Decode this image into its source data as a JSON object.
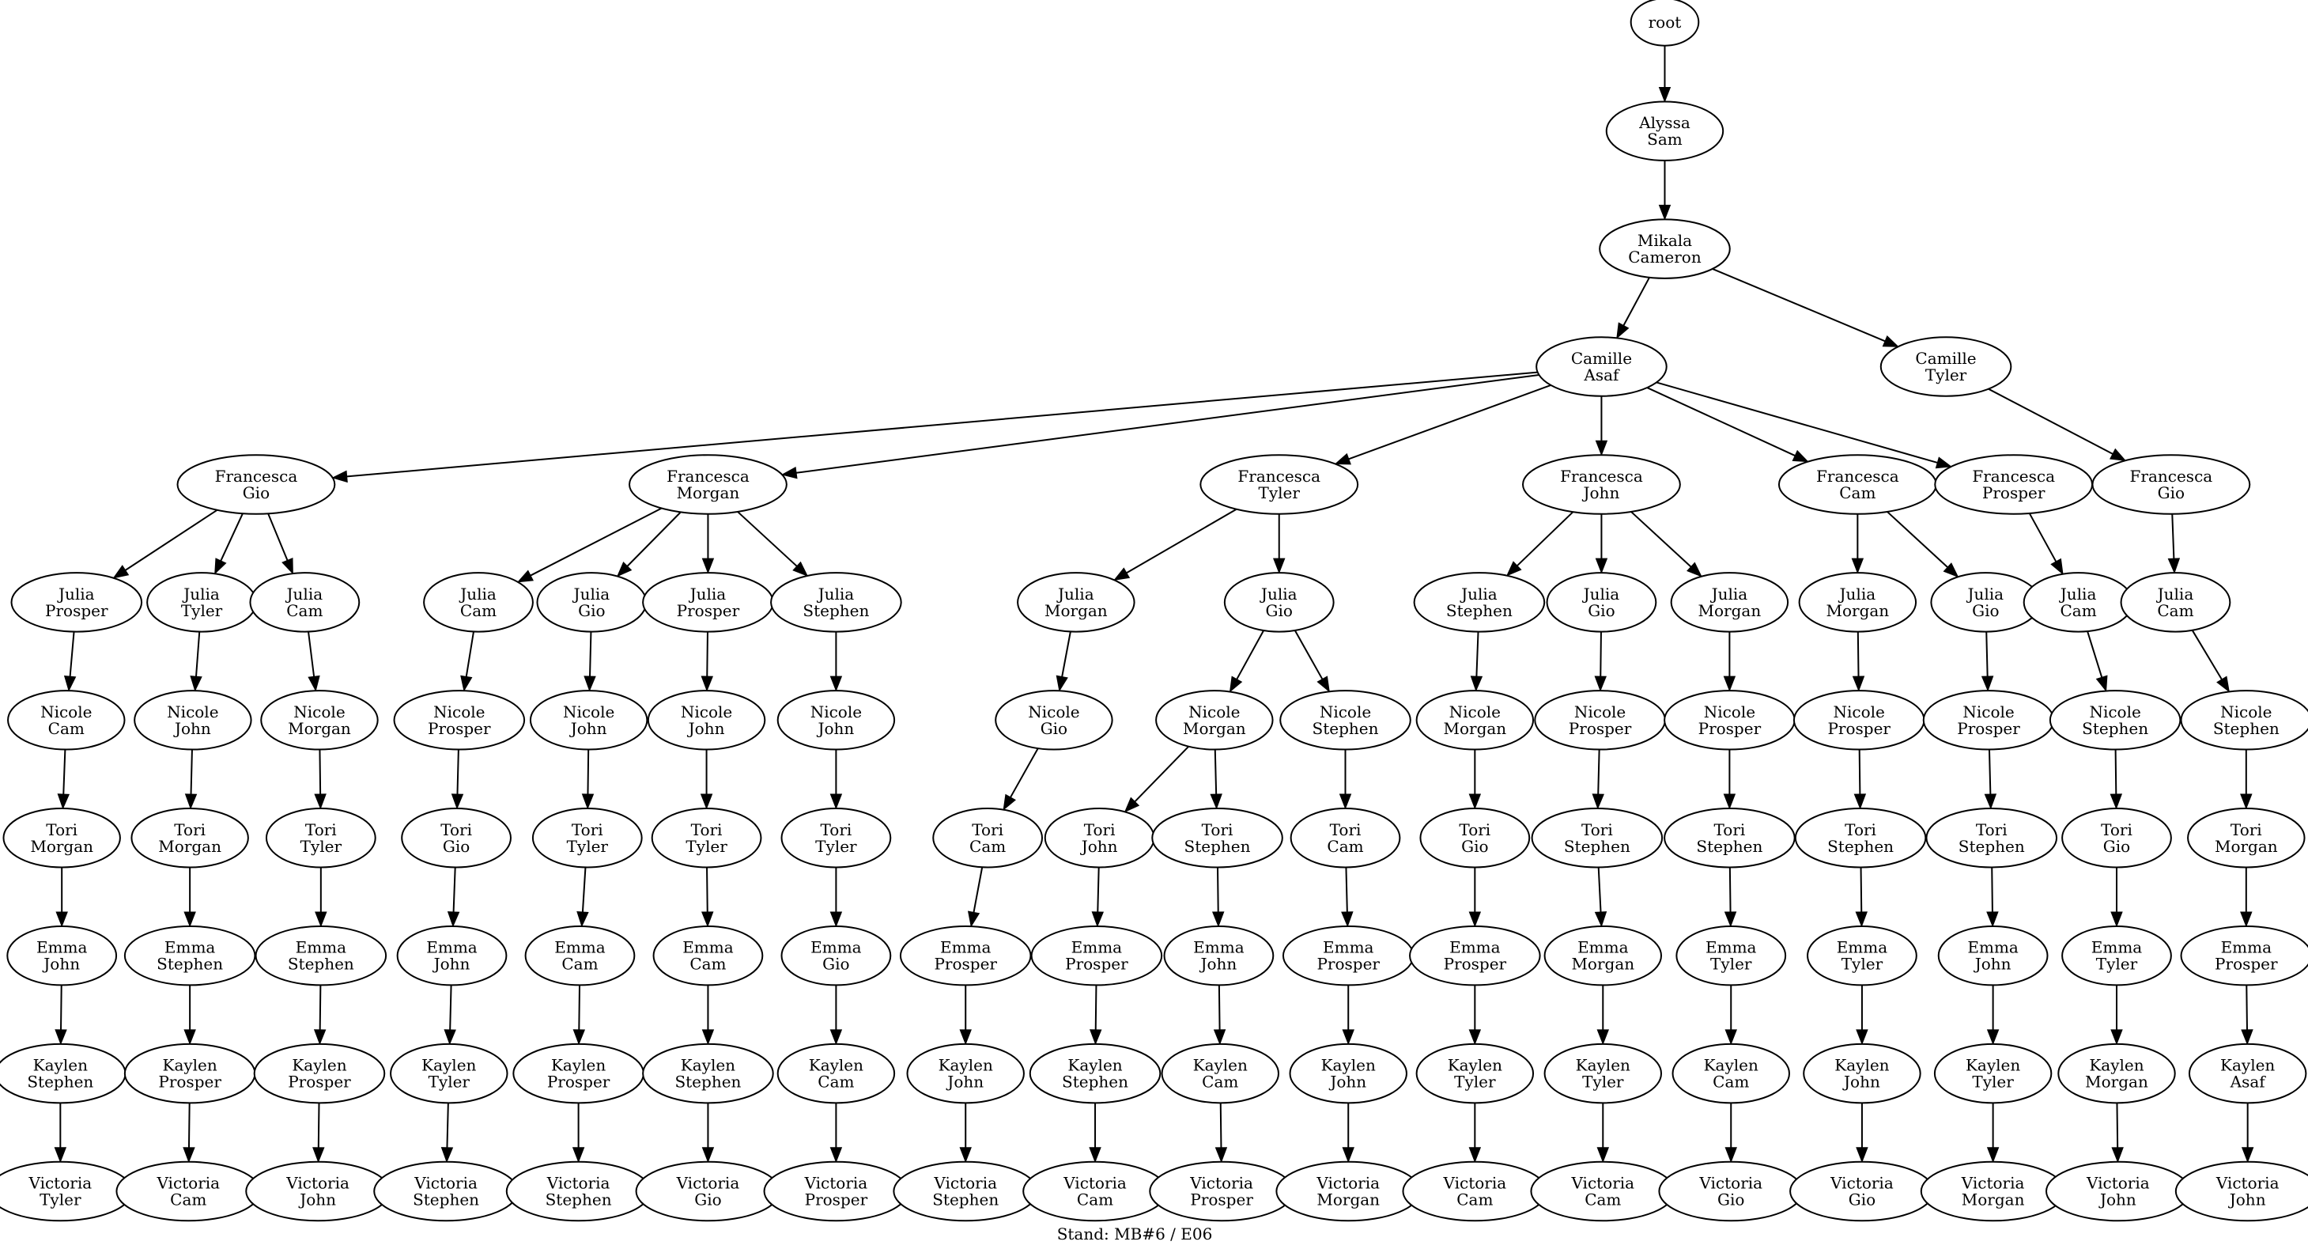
{
  "caption": "Stand: MB#6 / E06",
  "nodes": [
    {
      "id": "n0",
      "lines": [
        "root"
      ]
    },
    {
      "id": "n1",
      "lines": [
        "Alyssa",
        "Sam"
      ]
    },
    {
      "id": "n2",
      "lines": [
        "Mikala",
        "Cameron"
      ]
    },
    {
      "id": "n3",
      "lines": [
        "Camille",
        "Asaf"
      ]
    },
    {
      "id": "n4",
      "lines": [
        "Camille",
        "Tyler"
      ]
    },
    {
      "id": "n5",
      "lines": [
        "Francesca",
        "Gio"
      ]
    },
    {
      "id": "n6",
      "lines": [
        "Francesca",
        "Morgan"
      ]
    },
    {
      "id": "n7",
      "lines": [
        "Francesca",
        "Tyler"
      ]
    },
    {
      "id": "n8",
      "lines": [
        "Francesca",
        "John"
      ]
    },
    {
      "id": "n9",
      "lines": [
        "Francesca",
        "Cam"
      ]
    },
    {
      "id": "n10",
      "lines": [
        "Francesca",
        "Prosper"
      ]
    },
    {
      "id": "n11",
      "lines": [
        "Francesca",
        "Gio"
      ]
    },
    {
      "id": "n12",
      "lines": [
        "Julia",
        "Prosper"
      ]
    },
    {
      "id": "n13",
      "lines": [
        "Julia",
        "Tyler"
      ]
    },
    {
      "id": "n14",
      "lines": [
        "Julia",
        "Cam"
      ]
    },
    {
      "id": "n15",
      "lines": [
        "Julia",
        "Cam"
      ]
    },
    {
      "id": "n16",
      "lines": [
        "Julia",
        "Gio"
      ]
    },
    {
      "id": "n17",
      "lines": [
        "Julia",
        "Prosper"
      ]
    },
    {
      "id": "n18",
      "lines": [
        "Julia",
        "Stephen"
      ]
    },
    {
      "id": "n19",
      "lines": [
        "Julia",
        "Morgan"
      ]
    },
    {
      "id": "n20",
      "lines": [
        "Julia",
        "Gio"
      ]
    },
    {
      "id": "n21",
      "lines": [
        "Julia",
        "Stephen"
      ]
    },
    {
      "id": "n22",
      "lines": [
        "Julia",
        "Gio"
      ]
    },
    {
      "id": "n23",
      "lines": [
        "Julia",
        "Morgan"
      ]
    },
    {
      "id": "n24",
      "lines": [
        "Julia",
        "Morgan"
      ]
    },
    {
      "id": "n25",
      "lines": [
        "Julia",
        "Gio"
      ]
    },
    {
      "id": "n26",
      "lines": [
        "Julia",
        "Cam"
      ]
    },
    {
      "id": "n27",
      "lines": [
        "Julia",
        "Cam"
      ]
    },
    {
      "id": "n28",
      "lines": [
        "Nicole",
        "Cam"
      ]
    },
    {
      "id": "n29",
      "lines": [
        "Nicole",
        "John"
      ]
    },
    {
      "id": "n30",
      "lines": [
        "Nicole",
        "Morgan"
      ]
    },
    {
      "id": "n31",
      "lines": [
        "Nicole",
        "Prosper"
      ]
    },
    {
      "id": "n32",
      "lines": [
        "Nicole",
        "John"
      ]
    },
    {
      "id": "n33",
      "lines": [
        "Nicole",
        "John"
      ]
    },
    {
      "id": "n34",
      "lines": [
        "Nicole",
        "John"
      ]
    },
    {
      "id": "n35",
      "lines": [
        "Nicole",
        "Gio"
      ]
    },
    {
      "id": "n36",
      "lines": [
        "Nicole",
        "Morgan"
      ]
    },
    {
      "id": "n37",
      "lines": [
        "Nicole",
        "Stephen"
      ]
    },
    {
      "id": "n38",
      "lines": [
        "Nicole",
        "Morgan"
      ]
    },
    {
      "id": "n39",
      "lines": [
        "Nicole",
        "Prosper"
      ]
    },
    {
      "id": "n40",
      "lines": [
        "Nicole",
        "Prosper"
      ]
    },
    {
      "id": "n41",
      "lines": [
        "Nicole",
        "Prosper"
      ]
    },
    {
      "id": "n42",
      "lines": [
        "Nicole",
        "Prosper"
      ]
    },
    {
      "id": "n43",
      "lines": [
        "Nicole",
        "Stephen"
      ]
    },
    {
      "id": "n44",
      "lines": [
        "Nicole",
        "Stephen"
      ]
    },
    {
      "id": "n45",
      "lines": [
        "Tori",
        "Morgan"
      ]
    },
    {
      "id": "n46",
      "lines": [
        "Tori",
        "Morgan"
      ]
    },
    {
      "id": "n47",
      "lines": [
        "Tori",
        "Tyler"
      ]
    },
    {
      "id": "n48",
      "lines": [
        "Tori",
        "Gio"
      ]
    },
    {
      "id": "n49",
      "lines": [
        "Tori",
        "Tyler"
      ]
    },
    {
      "id": "n50",
      "lines": [
        "Tori",
        "Tyler"
      ]
    },
    {
      "id": "n51",
      "lines": [
        "Tori",
        "Tyler"
      ]
    },
    {
      "id": "n52",
      "lines": [
        "Tori",
        "Cam"
      ]
    },
    {
      "id": "n53",
      "lines": [
        "Tori",
        "John"
      ]
    },
    {
      "id": "n54",
      "lines": [
        "Tori",
        "Stephen"
      ]
    },
    {
      "id": "n55",
      "lines": [
        "Tori",
        "Cam"
      ]
    },
    {
      "id": "n56",
      "lines": [
        "Tori",
        "Gio"
      ]
    },
    {
      "id": "n57",
      "lines": [
        "Tori",
        "Stephen"
      ]
    },
    {
      "id": "n58",
      "lines": [
        "Tori",
        "Stephen"
      ]
    },
    {
      "id": "n59",
      "lines": [
        "Tori",
        "Stephen"
      ]
    },
    {
      "id": "n60",
      "lines": [
        "Tori",
        "Stephen"
      ]
    },
    {
      "id": "n61",
      "lines": [
        "Tori",
        "Gio"
      ]
    },
    {
      "id": "n62",
      "lines": [
        "Tori",
        "Morgan"
      ]
    },
    {
      "id": "n63",
      "lines": [
        "Emma",
        "John"
      ]
    },
    {
      "id": "n64",
      "lines": [
        "Emma",
        "Stephen"
      ]
    },
    {
      "id": "n65",
      "lines": [
        "Emma",
        "Stephen"
      ]
    },
    {
      "id": "n66",
      "lines": [
        "Emma",
        "John"
      ]
    },
    {
      "id": "n67",
      "lines": [
        "Emma",
        "Cam"
      ]
    },
    {
      "id": "n68",
      "lines": [
        "Emma",
        "Cam"
      ]
    },
    {
      "id": "n69",
      "lines": [
        "Emma",
        "Gio"
      ]
    },
    {
      "id": "n70",
      "lines": [
        "Emma",
        "Prosper"
      ]
    },
    {
      "id": "n71",
      "lines": [
        "Emma",
        "Prosper"
      ]
    },
    {
      "id": "n72",
      "lines": [
        "Emma",
        "John"
      ]
    },
    {
      "id": "n73",
      "lines": [
        "Emma",
        "Prosper"
      ]
    },
    {
      "id": "n74",
      "lines": [
        "Emma",
        "Prosper"
      ]
    },
    {
      "id": "n75",
      "lines": [
        "Emma",
        "Morgan"
      ]
    },
    {
      "id": "n76",
      "lines": [
        "Emma",
        "Tyler"
      ]
    },
    {
      "id": "n77",
      "lines": [
        "Emma",
        "Tyler"
      ]
    },
    {
      "id": "n78",
      "lines": [
        "Emma",
        "John"
      ]
    },
    {
      "id": "n79",
      "lines": [
        "Emma",
        "Tyler"
      ]
    },
    {
      "id": "n80",
      "lines": [
        "Emma",
        "Prosper"
      ]
    },
    {
      "id": "n81",
      "lines": [
        "Kaylen",
        "Stephen"
      ]
    },
    {
      "id": "n82",
      "lines": [
        "Kaylen",
        "Prosper"
      ]
    },
    {
      "id": "n83",
      "lines": [
        "Kaylen",
        "Prosper"
      ]
    },
    {
      "id": "n84",
      "lines": [
        "Kaylen",
        "Tyler"
      ]
    },
    {
      "id": "n85",
      "lines": [
        "Kaylen",
        "Prosper"
      ]
    },
    {
      "id": "n86",
      "lines": [
        "Kaylen",
        "Stephen"
      ]
    },
    {
      "id": "n87",
      "lines": [
        "Kaylen",
        "Cam"
      ]
    },
    {
      "id": "n88",
      "lines": [
        "Kaylen",
        "John"
      ]
    },
    {
      "id": "n89",
      "lines": [
        "Kaylen",
        "Stephen"
      ]
    },
    {
      "id": "n90",
      "lines": [
        "Kaylen",
        "Cam"
      ]
    },
    {
      "id": "n91",
      "lines": [
        "Kaylen",
        "John"
      ]
    },
    {
      "id": "n92",
      "lines": [
        "Kaylen",
        "Tyler"
      ]
    },
    {
      "id": "n93",
      "lines": [
        "Kaylen",
        "Tyler"
      ]
    },
    {
      "id": "n94",
      "lines": [
        "Kaylen",
        "Cam"
      ]
    },
    {
      "id": "n95",
      "lines": [
        "Kaylen",
        "John"
      ]
    },
    {
      "id": "n96",
      "lines": [
        "Kaylen",
        "Tyler"
      ]
    },
    {
      "id": "n97",
      "lines": [
        "Kaylen",
        "Morgan"
      ]
    },
    {
      "id": "n98",
      "lines": [
        "Kaylen",
        "Asaf"
      ]
    },
    {
      "id": "n99",
      "lines": [
        "Victoria",
        "Tyler"
      ]
    },
    {
      "id": "n100",
      "lines": [
        "Victoria",
        "Cam"
      ]
    },
    {
      "id": "n101",
      "lines": [
        "Victoria",
        "John"
      ]
    },
    {
      "id": "n102",
      "lines": [
        "Victoria",
        "Stephen"
      ]
    },
    {
      "id": "n103",
      "lines": [
        "Victoria",
        "Stephen"
      ]
    },
    {
      "id": "n104",
      "lines": [
        "Victoria",
        "Gio"
      ]
    },
    {
      "id": "n105",
      "lines": [
        "Victoria",
        "Prosper"
      ]
    },
    {
      "id": "n106",
      "lines": [
        "Victoria",
        "Stephen"
      ]
    },
    {
      "id": "n107",
      "lines": [
        "Victoria",
        "Cam"
      ]
    },
    {
      "id": "n108",
      "lines": [
        "Victoria",
        "Prosper"
      ]
    },
    {
      "id": "n109",
      "lines": [
        "Victoria",
        "Morgan"
      ]
    },
    {
      "id": "n110",
      "lines": [
        "Victoria",
        "Cam"
      ]
    },
    {
      "id": "n111",
      "lines": [
        "Victoria",
        "Cam"
      ]
    },
    {
      "id": "n112",
      "lines": [
        "Victoria",
        "Gio"
      ]
    },
    {
      "id": "n113",
      "lines": [
        "Victoria",
        "Gio"
      ]
    },
    {
      "id": "n114",
      "lines": [
        "Victoria",
        "Morgan"
      ]
    },
    {
      "id": "n115",
      "lines": [
        "Victoria",
        "John"
      ]
    },
    {
      "id": "n116",
      "lines": [
        "Victoria",
        "John"
      ]
    }
  ],
  "edges": [
    [
      "n0",
      "n1"
    ],
    [
      "n1",
      "n2"
    ],
    [
      "n2",
      "n3"
    ],
    [
      "n2",
      "n4"
    ],
    [
      "n3",
      "n5"
    ],
    [
      "n3",
      "n6"
    ],
    [
      "n3",
      "n7"
    ],
    [
      "n3",
      "n8"
    ],
    [
      "n3",
      "n9"
    ],
    [
      "n3",
      "n10"
    ],
    [
      "n4",
      "n11"
    ],
    [
      "n5",
      "n12"
    ],
    [
      "n5",
      "n13"
    ],
    [
      "n5",
      "n14"
    ],
    [
      "n6",
      "n15"
    ],
    [
      "n6",
      "n16"
    ],
    [
      "n6",
      "n17"
    ],
    [
      "n6",
      "n18"
    ],
    [
      "n7",
      "n19"
    ],
    [
      "n7",
      "n20"
    ],
    [
      "n8",
      "n21"
    ],
    [
      "n8",
      "n22"
    ],
    [
      "n8",
      "n23"
    ],
    [
      "n9",
      "n24"
    ],
    [
      "n9",
      "n25"
    ],
    [
      "n10",
      "n26"
    ],
    [
      "n11",
      "n27"
    ],
    [
      "n12",
      "n28"
    ],
    [
      "n13",
      "n29"
    ],
    [
      "n14",
      "n30"
    ],
    [
      "n15",
      "n31"
    ],
    [
      "n16",
      "n32"
    ],
    [
      "n17",
      "n33"
    ],
    [
      "n18",
      "n34"
    ],
    [
      "n19",
      "n35"
    ],
    [
      "n20",
      "n36"
    ],
    [
      "n20",
      "n37"
    ],
    [
      "n21",
      "n38"
    ],
    [
      "n22",
      "n39"
    ],
    [
      "n23",
      "n40"
    ],
    [
      "n24",
      "n41"
    ],
    [
      "n25",
      "n42"
    ],
    [
      "n26",
      "n43"
    ],
    [
      "n27",
      "n44"
    ],
    [
      "n28",
      "n45"
    ],
    [
      "n29",
      "n46"
    ],
    [
      "n30",
      "n47"
    ],
    [
      "n31",
      "n48"
    ],
    [
      "n32",
      "n49"
    ],
    [
      "n33",
      "n50"
    ],
    [
      "n34",
      "n51"
    ],
    [
      "n35",
      "n52"
    ],
    [
      "n36",
      "n53"
    ],
    [
      "n36",
      "n54"
    ],
    [
      "n37",
      "n55"
    ],
    [
      "n38",
      "n56"
    ],
    [
      "n39",
      "n57"
    ],
    [
      "n40",
      "n58"
    ],
    [
      "n41",
      "n59"
    ],
    [
      "n42",
      "n60"
    ],
    [
      "n43",
      "n61"
    ],
    [
      "n44",
      "n62"
    ],
    [
      "n45",
      "n63"
    ],
    [
      "n46",
      "n64"
    ],
    [
      "n47",
      "n65"
    ],
    [
      "n48",
      "n66"
    ],
    [
      "n49",
      "n67"
    ],
    [
      "n50",
      "n68"
    ],
    [
      "n51",
      "n69"
    ],
    [
      "n52",
      "n70"
    ],
    [
      "n53",
      "n71"
    ],
    [
      "n54",
      "n72"
    ],
    [
      "n55",
      "n73"
    ],
    [
      "n56",
      "n74"
    ],
    [
      "n57",
      "n75"
    ],
    [
      "n58",
      "n76"
    ],
    [
      "n59",
      "n77"
    ],
    [
      "n60",
      "n78"
    ],
    [
      "n61",
      "n79"
    ],
    [
      "n62",
      "n80"
    ],
    [
      "n63",
      "n81"
    ],
    [
      "n64",
      "n82"
    ],
    [
      "n65",
      "n83"
    ],
    [
      "n66",
      "n84"
    ],
    [
      "n67",
      "n85"
    ],
    [
      "n68",
      "n86"
    ],
    [
      "n69",
      "n87"
    ],
    [
      "n70",
      "n88"
    ],
    [
      "n71",
      "n89"
    ],
    [
      "n72",
      "n90"
    ],
    [
      "n73",
      "n91"
    ],
    [
      "n74",
      "n92"
    ],
    [
      "n75",
      "n93"
    ],
    [
      "n76",
      "n94"
    ],
    [
      "n77",
      "n95"
    ],
    [
      "n78",
      "n96"
    ],
    [
      "n79",
      "n97"
    ],
    [
      "n80",
      "n98"
    ],
    [
      "n81",
      "n99"
    ],
    [
      "n82",
      "n100"
    ],
    [
      "n83",
      "n101"
    ],
    [
      "n84",
      "n102"
    ],
    [
      "n85",
      "n103"
    ],
    [
      "n86",
      "n104"
    ],
    [
      "n87",
      "n105"
    ],
    [
      "n88",
      "n106"
    ],
    [
      "n89",
      "n107"
    ],
    [
      "n90",
      "n108"
    ],
    [
      "n91",
      "n109"
    ],
    [
      "n92",
      "n110"
    ],
    [
      "n93",
      "n111"
    ],
    [
      "n94",
      "n112"
    ],
    [
      "n95",
      "n113"
    ],
    [
      "n96",
      "n114"
    ],
    [
      "n97",
      "n115"
    ],
    [
      "n98",
      "n116"
    ]
  ]
}
